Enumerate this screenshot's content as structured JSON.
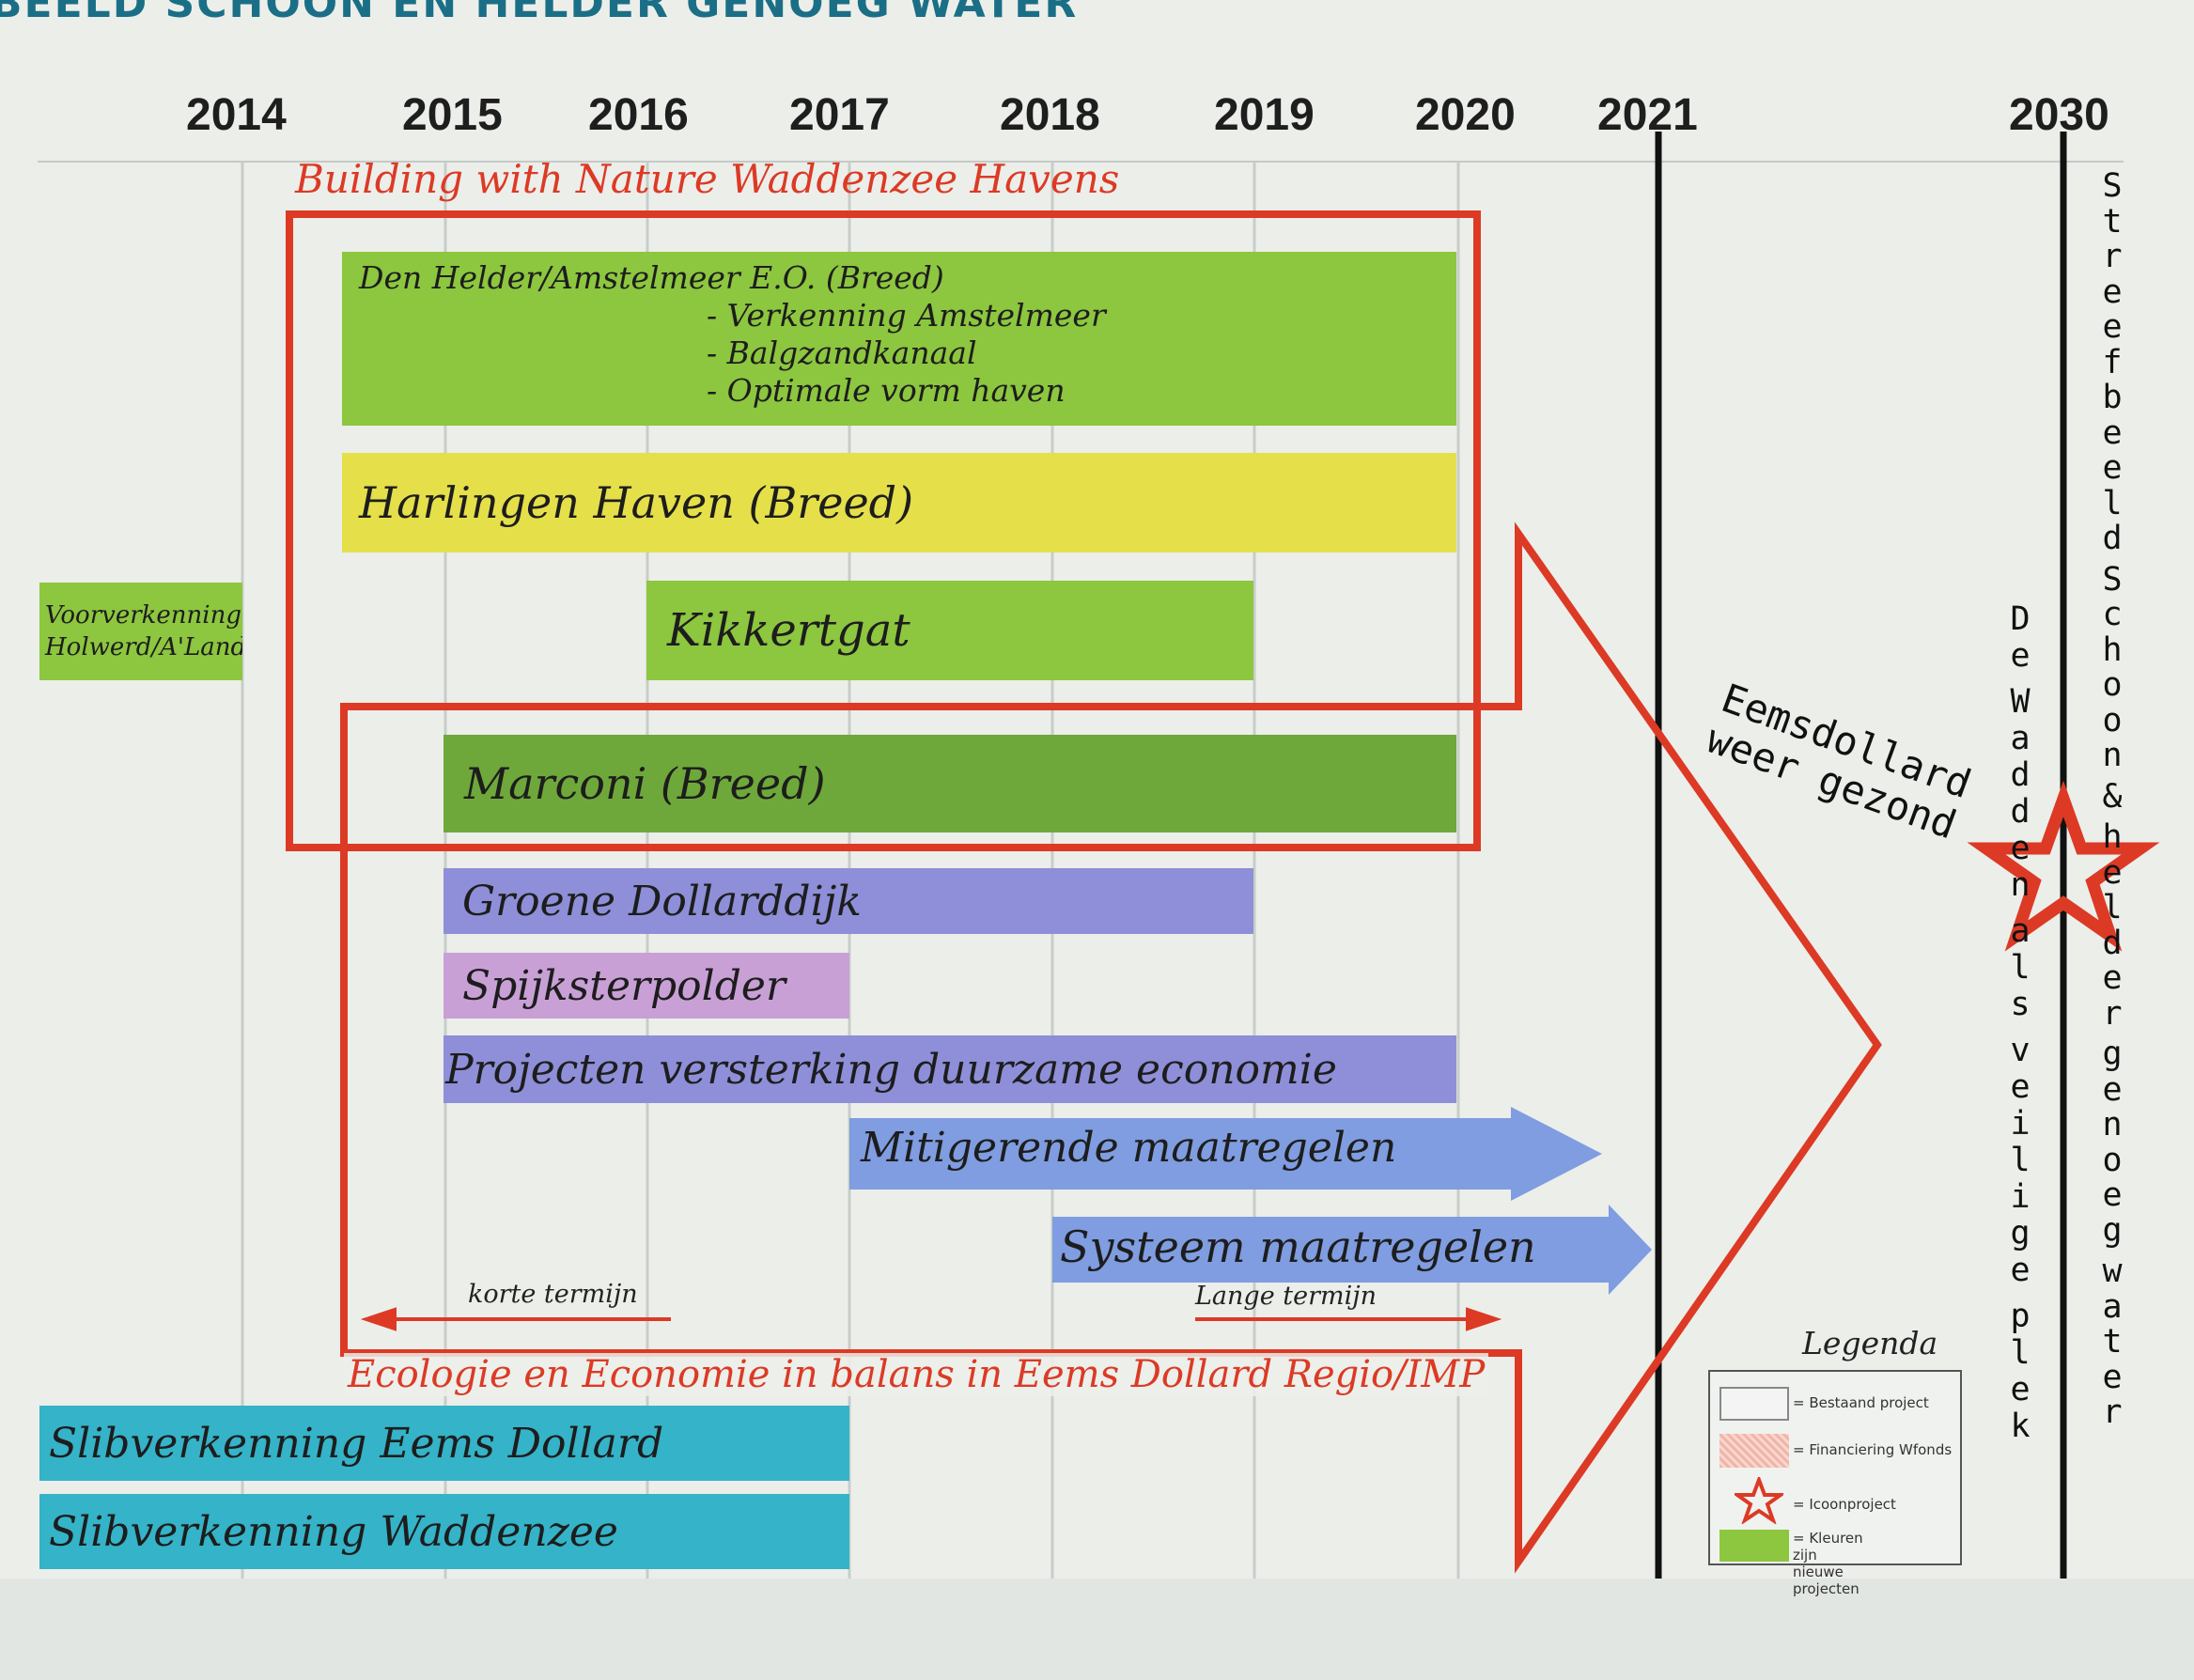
{
  "page_title": "BEELD SCHOON EN HELDER GENOEG WATER",
  "years": [
    "2014",
    "2015",
    "2016",
    "2017",
    "2018",
    "2019",
    "2020",
    "2021",
    "2030"
  ],
  "building_with_nature_title": "Building with Nature Waddenzee Havens",
  "ecology_title": "Ecologie en Economie in balans in Eems Dollard Regio/IMP",
  "bars": {
    "den_helder": {
      "title": "Den Helder/Amstelmeer E.O. (Breed)",
      "items": [
        "- Verkenning Amstelmeer",
        "- Balgzandkanaal",
        "- Optimale vorm haven"
      ],
      "color": "#8dc63f"
    },
    "harlingen": {
      "label": "Harlingen Haven (Breed)",
      "color": "#e5df4a"
    },
    "kikkertgat": {
      "label": "Kikkertgat",
      "color": "#8dc63f"
    },
    "marconi": {
      "label": "Marconi (Breed)",
      "color": "#6ea83a"
    },
    "voorverkenning": {
      "line1": "Voorverkenning",
      "line2": "Holwerd/A'Land",
      "color": "#8dc63f"
    },
    "groene_dollarddijk": {
      "label": "Groene Dollarddijk",
      "color": "#8e8fd8"
    },
    "spijksterpolder": {
      "label": "Spijksterpolder",
      "color": "#c8a0d6"
    },
    "projecten": {
      "label": "Projecten versterking duurzame economie",
      "color": "#8e8fd8"
    },
    "mitigerende": {
      "label": "Mitigerende maatregelen",
      "color": "#7f9de0"
    },
    "systeem": {
      "label": "Systeem maatregelen",
      "color": "#7f9de0"
    },
    "slib_eems": {
      "label": "Slibverkenning Eems Dollard",
      "color": "#35b3c8"
    },
    "slib_wadden": {
      "label": "Slibverkenning Waddenzee",
      "color": "#35b3c8"
    }
  },
  "korte_termijn": "korte termijn",
  "lange_termijn": "Lange termijn",
  "eemsdollard_line1": "Eemsdollard",
  "eemsdollard_line2": "weer gezond",
  "vertical_wadden": "De Wadden als veilige plek",
  "vertical_streefbeeld": "Streefbeeld Schoon & helder genoeg water",
  "legend": {
    "title": "Legenda",
    "items": [
      "= Bestaand project",
      "= Financiering Wfonds",
      "= Icoonproject",
      "= Kleuren zijn nieuwe projecten"
    ]
  },
  "colors": {
    "red": "#dc3a25",
    "grid": "#bfc6c2",
    "heading": "#1a6f86"
  }
}
